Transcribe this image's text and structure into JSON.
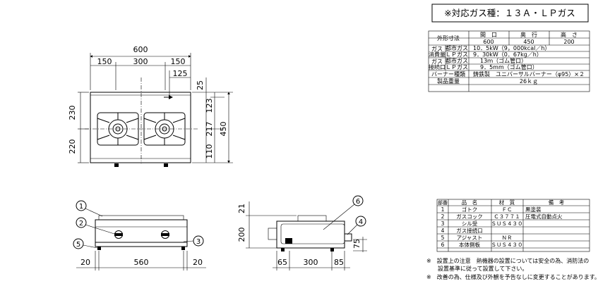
{
  "gas_type_title": "※対応ガス種：１３Ａ・ＬＰガス",
  "spec": {
    "outer_dim": "外形寸法",
    "col_headers": [
      "間　口",
      "奥　行",
      "高　さ"
    ],
    "dims": [
      "600",
      "450",
      "200"
    ],
    "gas_cat_1": "ガス",
    "gas_cat_2": "消費量",
    "consumption": [
      {
        "type": "都市ガス",
        "value": "10．5kW（9，000kcal／h）"
      },
      {
        "type": "ＬＰガス",
        "value": "9．30kW（0．67kg／h）"
      }
    ],
    "conn_cat_1": "ガス",
    "conn_cat_2": "接続口",
    "connection": [
      {
        "type": "都市ガス",
        "value": "13ｍ（ゴム管口）"
      },
      {
        "type": "ＬＰガス",
        "value": "9．5mm（ゴム管口）"
      }
    ],
    "burner_label": "バーナー種類",
    "burner_value": "鋳鉄製　ユニバーサルバーナー（φ95）×２",
    "weight_label": "製品重量",
    "weight_value": "26ｋｇ"
  },
  "parts": {
    "headers": [
      "部番",
      "品　名",
      "材　質",
      "備　考"
    ],
    "rows": [
      {
        "no": "1",
        "name": "ゴトク",
        "material": "ＦＣ",
        "note": "黒塗装"
      },
      {
        "no": "2",
        "name": "ガスコック",
        "material": "Ｃ３７７１",
        "note": "圧電式自動点火"
      },
      {
        "no": "3",
        "name": "シル受",
        "material": "ＳＵＳ４３０",
        "note": ""
      },
      {
        "no": "4",
        "name": "ガス接続口",
        "material": "",
        "note": ""
      },
      {
        "no": "5",
        "name": "アジャスト",
        "material": "ＮＲ",
        "note": ""
      },
      {
        "no": "6",
        "name": "本体側板",
        "material": "ＳＵＳ４３０",
        "note": ""
      }
    ]
  },
  "notes": [
    "※　設置上の注意　熱機器の設置については安全の為、消防法の",
    "　　設置基準に従って設置して下さい。",
    "※　改善の為、仕様及び外観を予告なしに変更することがあります。"
  ],
  "top_view": {
    "overall_width": "600",
    "left_offset": "150",
    "center_span": "300",
    "right_offset": "150",
    "conn_offset": "125",
    "depth_top": "230",
    "depth_bottom": "220",
    "overall_depth": "450",
    "right_top": "25",
    "right_mid": "123",
    "right_217": "217",
    "right_110": "110"
  },
  "front_view": {
    "callouts": [
      "1",
      "2",
      "5",
      "3"
    ],
    "dim_left": "20",
    "dim_mid": "560",
    "dim_right": "20"
  },
  "side_view": {
    "callouts": [
      "6",
      "4"
    ],
    "dim_height_top": "21",
    "dim_height": "200",
    "dim_right": "75",
    "dim_left": "65",
    "dim_mid": "300",
    "dim_end": "85"
  }
}
